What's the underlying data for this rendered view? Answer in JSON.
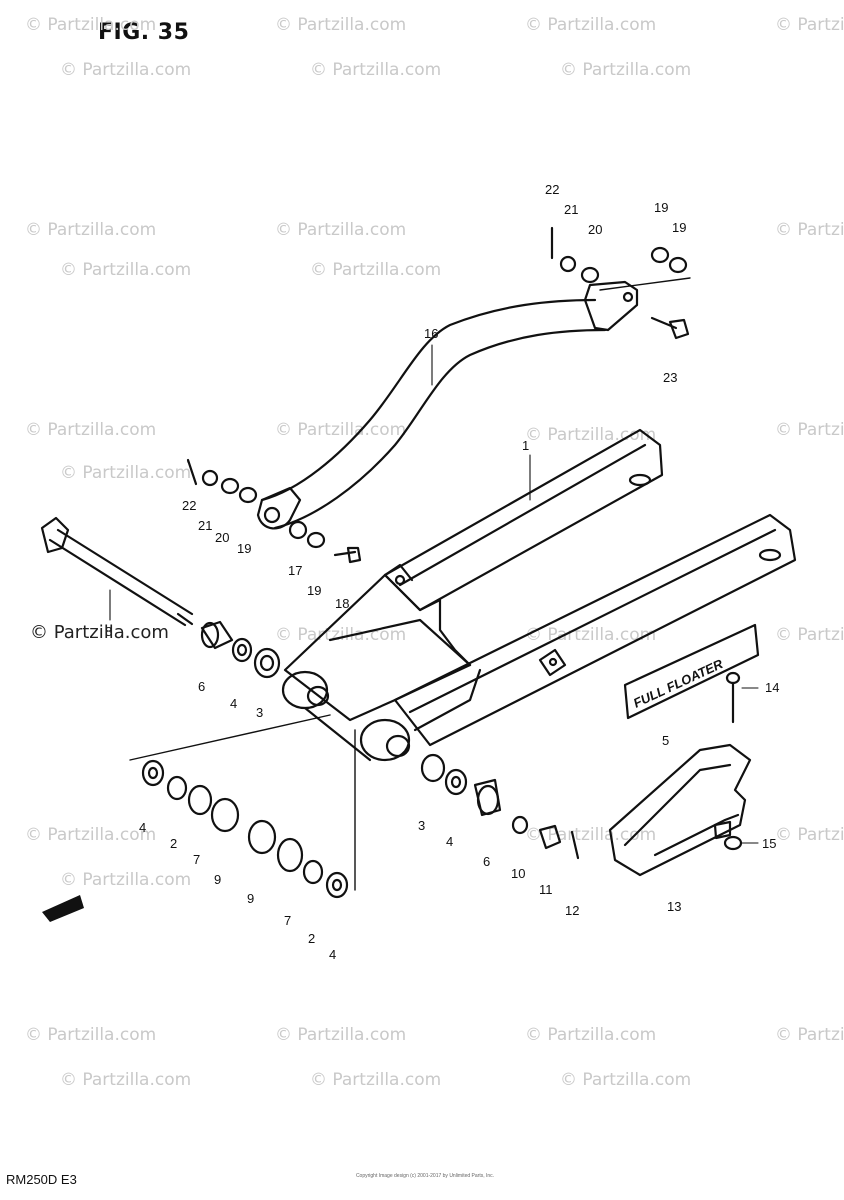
{
  "figure_title": "FIG. 35",
  "model_code": "RM250D  E3",
  "copyright": "Copyright\nImage design (c) 2001-2017 by Unlimited Parts, Inc.",
  "watermark": "© Partzilla.com",
  "watermark_sub": "© Partzilla.com",
  "logo_text": "FULL FLOATER",
  "labels": [
    {
      "id": "22",
      "text": "22"
    },
    {
      "id": "21",
      "text": "21"
    },
    {
      "id": "20",
      "text": "20"
    },
    {
      "id": "19",
      "text": "19"
    },
    {
      "id": "19b",
      "text": "19"
    },
    {
      "id": "23",
      "text": "23"
    },
    {
      "id": "16",
      "text": "16"
    },
    {
      "id": "1",
      "text": "1"
    },
    {
      "id": "22b",
      "text": "22"
    },
    {
      "id": "21b",
      "text": "21"
    },
    {
      "id": "20b",
      "text": "20"
    },
    {
      "id": "19c",
      "text": "19"
    },
    {
      "id": "17",
      "text": "17"
    },
    {
      "id": "19d",
      "text": "19"
    },
    {
      "id": "18",
      "text": "18"
    },
    {
      "id": "8",
      "text": "8"
    },
    {
      "id": "6",
      "text": "6"
    },
    {
      "id": "4",
      "text": "4"
    },
    {
      "id": "3",
      "text": "3"
    },
    {
      "id": "14",
      "text": "14"
    },
    {
      "id": "5",
      "text": "5"
    },
    {
      "id": "4b",
      "text": "4"
    },
    {
      "id": "2",
      "text": "2"
    },
    {
      "id": "7",
      "text": "7"
    },
    {
      "id": "9",
      "text": "9"
    },
    {
      "id": "9b",
      "text": "9"
    },
    {
      "id": "7b",
      "text": "7"
    },
    {
      "id": "2b",
      "text": "2"
    },
    {
      "id": "4c",
      "text": "4"
    },
    {
      "id": "3b",
      "text": "3"
    },
    {
      "id": "4d",
      "text": "4"
    },
    {
      "id": "6b",
      "text": "6"
    },
    {
      "id": "10",
      "text": "10"
    },
    {
      "id": "11",
      "text": "11"
    },
    {
      "id": "12",
      "text": "12"
    },
    {
      "id": "13",
      "text": "13"
    },
    {
      "id": "15",
      "text": "15"
    }
  ]
}
